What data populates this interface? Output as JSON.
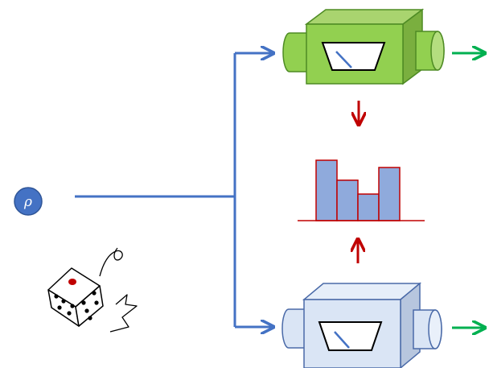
{
  "diagram": {
    "source_symbol": "ρ",
    "colors": {
      "source_node": "#4472c4",
      "wire": "#4472c4",
      "meter_top_body": "#92d050",
      "meter_top_edge": "#4e8b24",
      "meter_bottom_body": "#dae5f5",
      "meter_bottom_edge": "#4a6aa8",
      "histogram_bar": "#8faadc",
      "histogram_edge": "#c00000",
      "feedback_arrow": "#c00000",
      "output_arrow": "#00b050"
    },
    "histogram": {
      "bar_heights": [
        1.0,
        0.67,
        0.44,
        0.88
      ]
    }
  }
}
